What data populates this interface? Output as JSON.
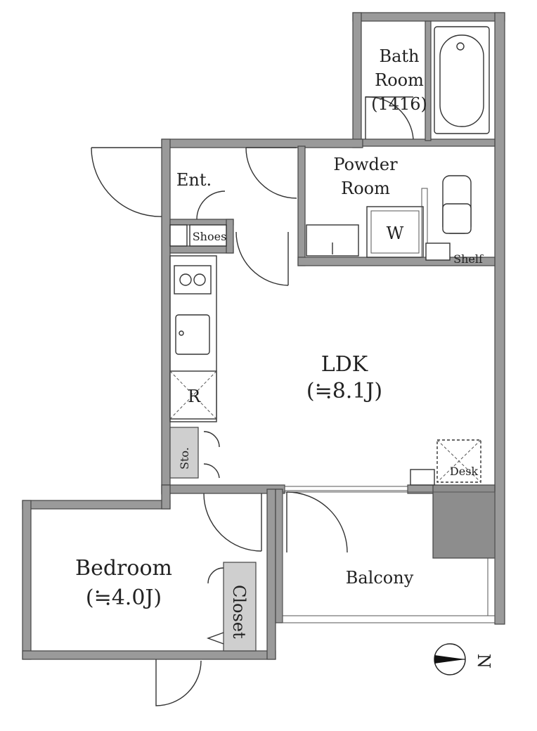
{
  "rooms": {
    "bath_line1": "Bath",
    "bath_line2": "Room",
    "bath_line3": "(1416)",
    "entrance": "Ent.",
    "powder_line1": "Powder",
    "powder_line2": "Room",
    "washer": "W",
    "shoes": "Shoes",
    "shelf": "Shelf",
    "ldk": "LDK",
    "ldk_size": "(≒8.1J)",
    "fridge": "R",
    "storage": "Sto.",
    "desk": "Desk",
    "bedroom": "Bedroom",
    "bedroom_size": "(≒4.0J)",
    "closet": "Closet",
    "balcony": "Balcony",
    "compass": "N"
  }
}
